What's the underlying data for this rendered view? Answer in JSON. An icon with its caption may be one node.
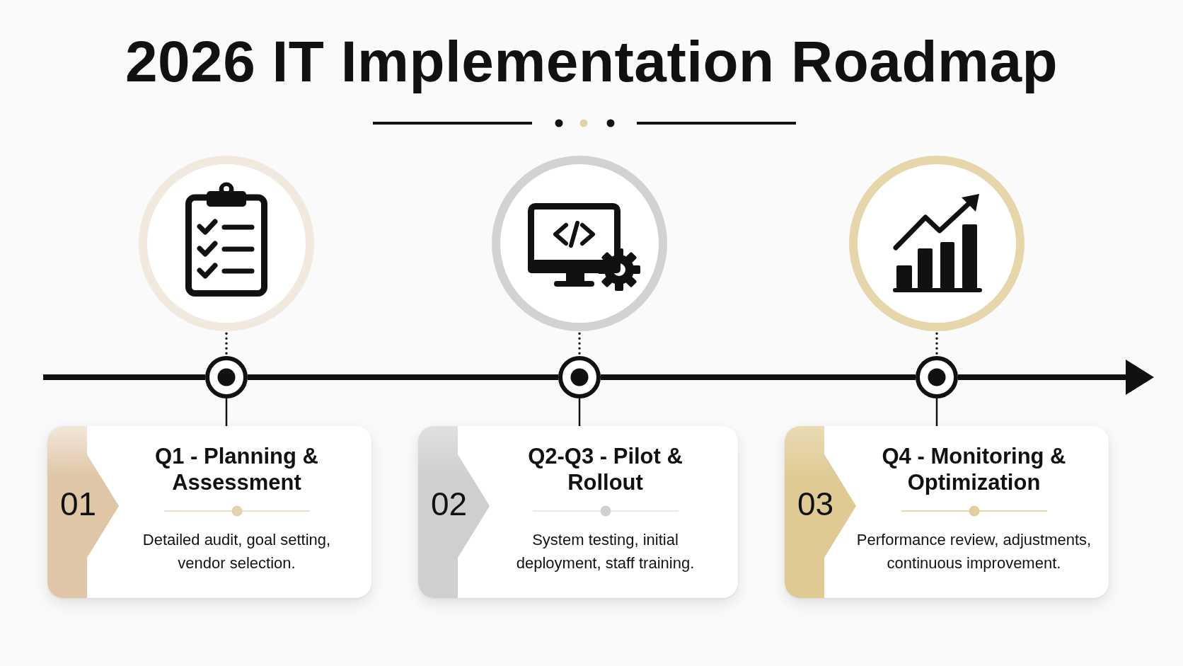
{
  "diagram": {
    "title": "2026 IT Implementation Roadmap",
    "nodes": [
      {
        "text": [],
        "shape": "circle"
      },
      {
        "text": [],
        "shape": "circle"
      },
      {
        "text": [],
        "shape": "circle"
      },
      {
        "text": [],
        "shape": "circle"
      },
      {
        "text": [],
        "shape": "circle"
      },
      {
        "text": [],
        "shape": "circle"
      },
      {
        "text": [
          "Q1 - Planning & Assessment",
          "Detailed audit, goal setting, vendor selection."
        ]
      },
      {
        "text": [
          "01"
        ],
        "in": 6
      },
      {
        "text": [
          "Q2-Q3 - Pilot & Rollout",
          "System testing, initial deployment, staff training."
        ]
      },
      {
        "text": [
          "02"
        ],
        "in": 8
      },
      {
        "text": [
          "Q4 - Monitoring & Optimization",
          "Performance review, adjustments, continuous improvement."
        ]
      },
      {
        "text": [
          "03"
        ],
        "in": 10
      }
    ],
    "edges": [
      {
        "from": null,
        "to": 3,
        "arrow": "none",
        "style": "thick"
      },
      {
        "from": 3,
        "to": 4,
        "arrow": "none",
        "style": "thick"
      },
      {
        "from": 4,
        "to": 5,
        "arrow": "none",
        "style": "thick"
      },
      {
        "from": 5,
        "to": null,
        "arrow": "to",
        "style": "thick"
      },
      {
        "from": 0,
        "to": 3,
        "arrow": "none",
        "style": "dashed"
      },
      {
        "from": 1,
        "to": 4,
        "arrow": "none",
        "style": "dashed"
      },
      {
        "from": 2,
        "to": 5,
        "arrow": "none",
        "style": "dashed"
      },
      {
        "from": 3,
        "to": 6,
        "arrow": "none"
      },
      {
        "from": 4,
        "to": 8,
        "arrow": "none"
      },
      {
        "from": 5,
        "to": 10,
        "arrow": "none"
      }
    ]
  }
}
